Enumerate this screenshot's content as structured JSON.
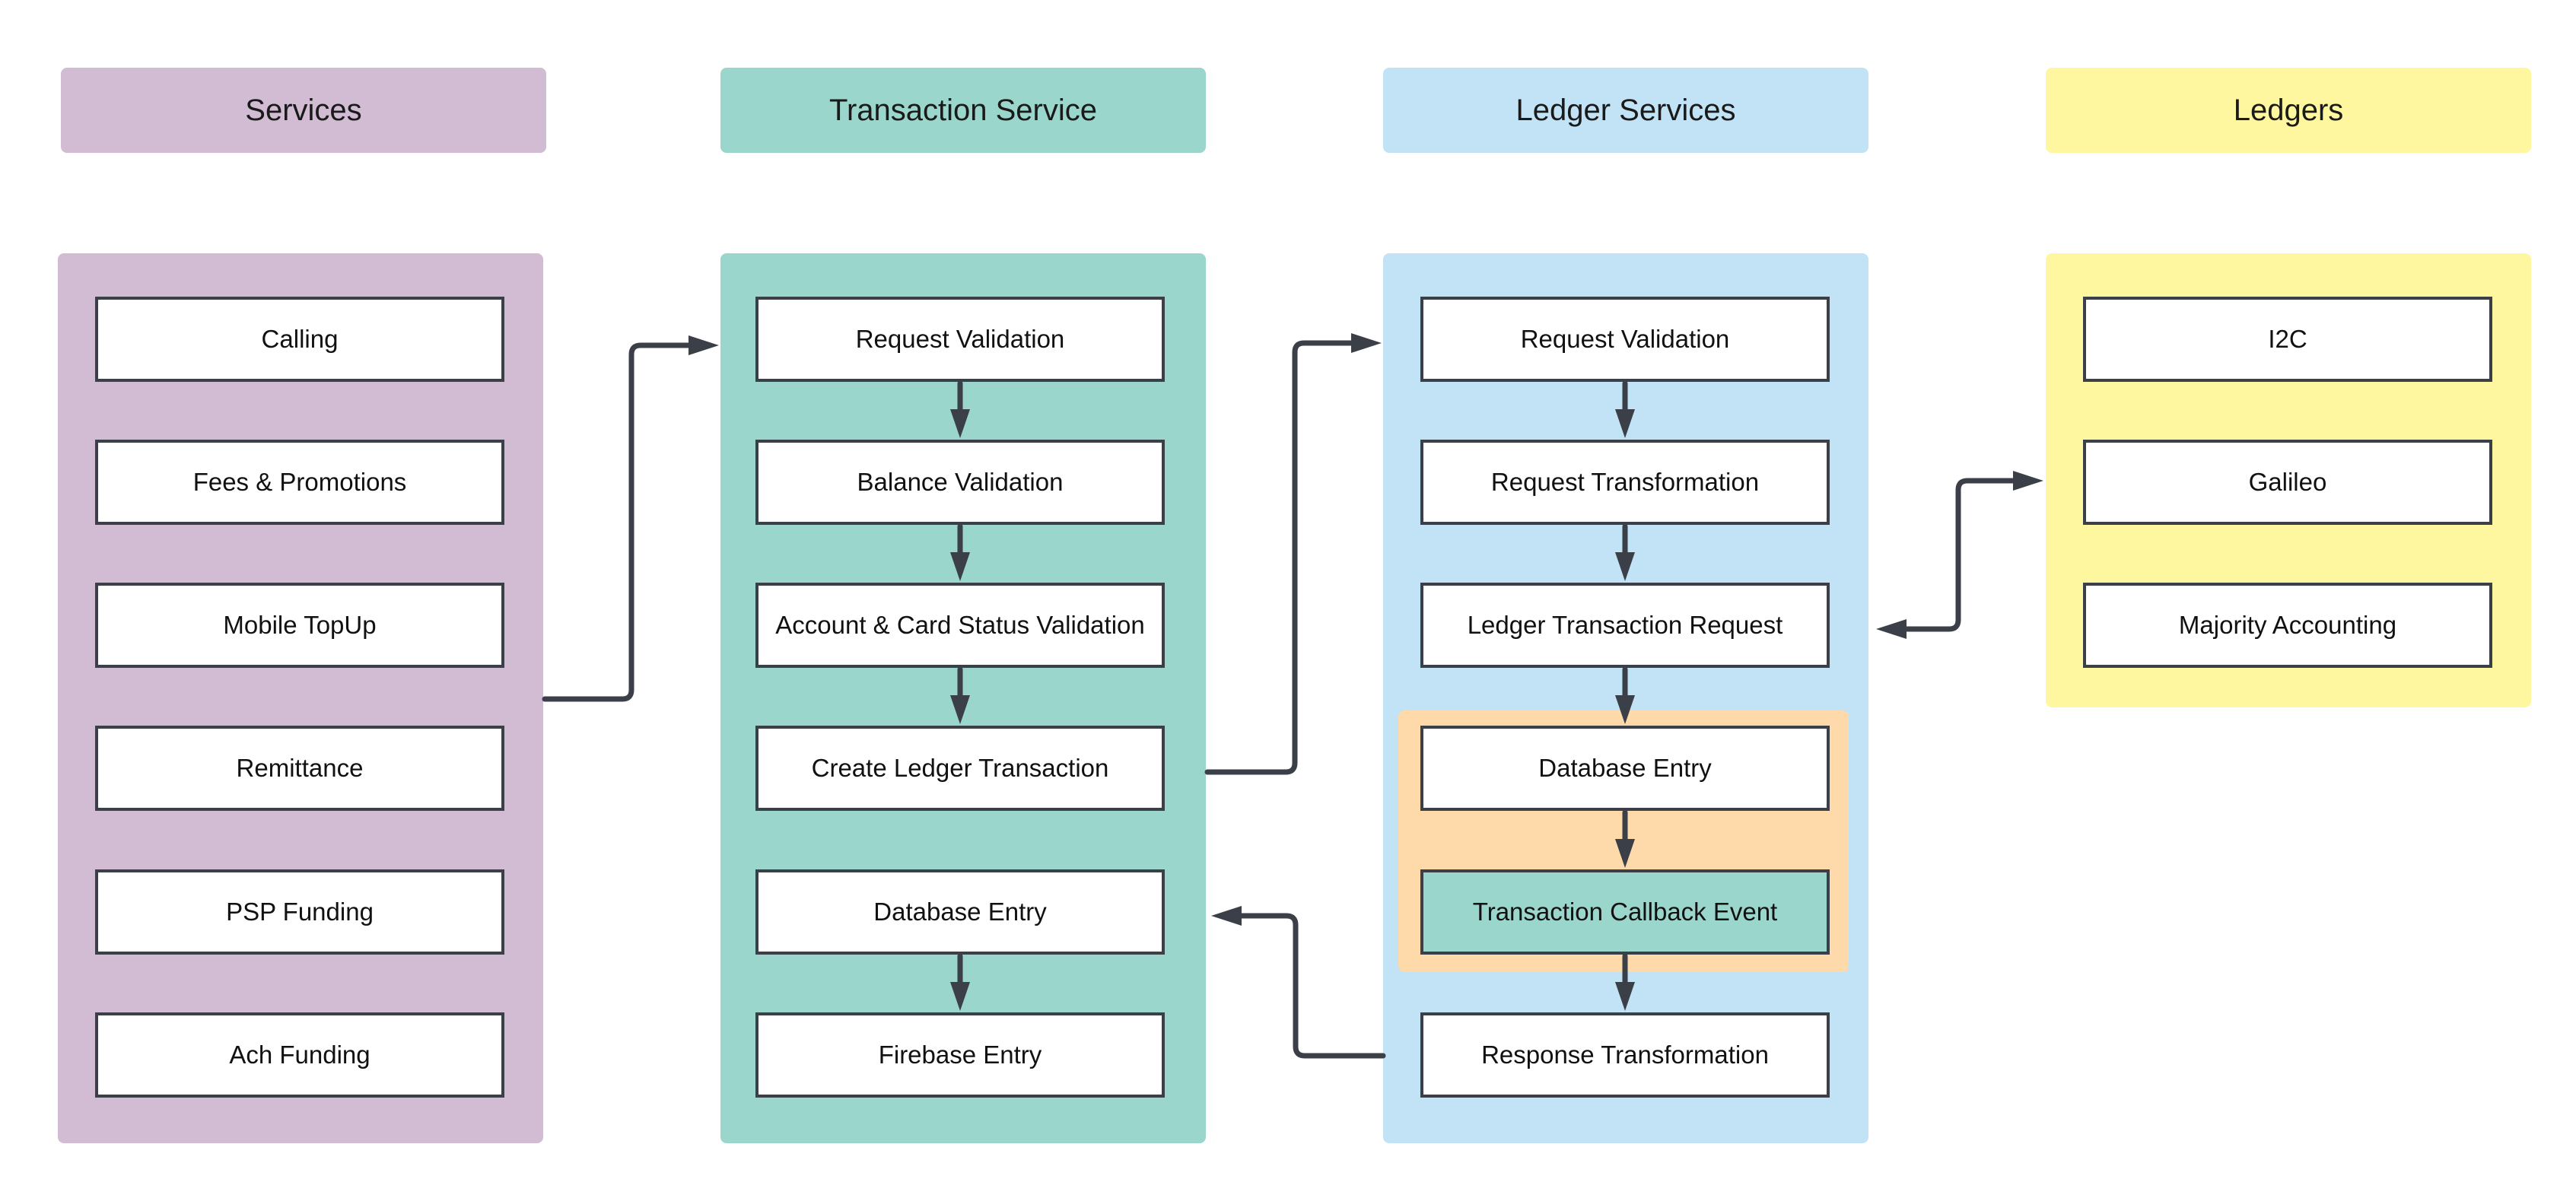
{
  "colors": {
    "services": "#d2bcd3",
    "transaction": "#9ad6cb",
    "ledger_services": "#c2e3f6",
    "ledgers": "#fef79f",
    "group": "#fed9a9",
    "highlight_box": "#9ad6cb",
    "connector": "#3a3f48"
  },
  "headers": {
    "services": "Services",
    "transaction": "Transaction Service",
    "ledger_services": "Ledger Services",
    "ledgers": "Ledgers"
  },
  "services": [
    "Calling",
    "Fees & Promotions",
    "Mobile TopUp",
    "Remittance",
    "PSP Funding",
    "Ach Funding"
  ],
  "transaction": [
    "Request Validation",
    "Balance Validation",
    "Account & Card Status Validation",
    "Create Ledger Transaction",
    "Database Entry",
    "Firebase Entry"
  ],
  "ledger_services": [
    "Request Validation",
    "Request Transformation",
    "Ledger Transaction Request",
    "Database Entry",
    "Transaction Callback Event",
    "Response Transformation"
  ],
  "ledgers": [
    "I2C",
    "Galileo",
    "Majority Accounting"
  ]
}
